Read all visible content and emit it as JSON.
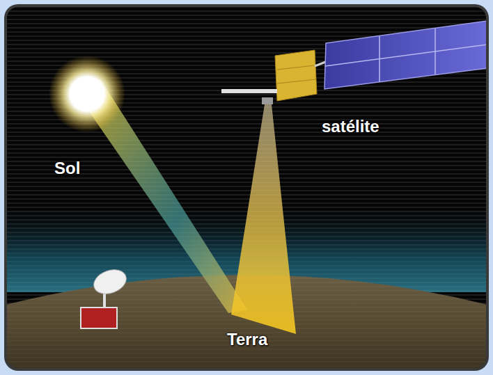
{
  "diagram": {
    "labels": [
      "Sol",
      "satélite",
      "Terra"
    ]
  }
}
